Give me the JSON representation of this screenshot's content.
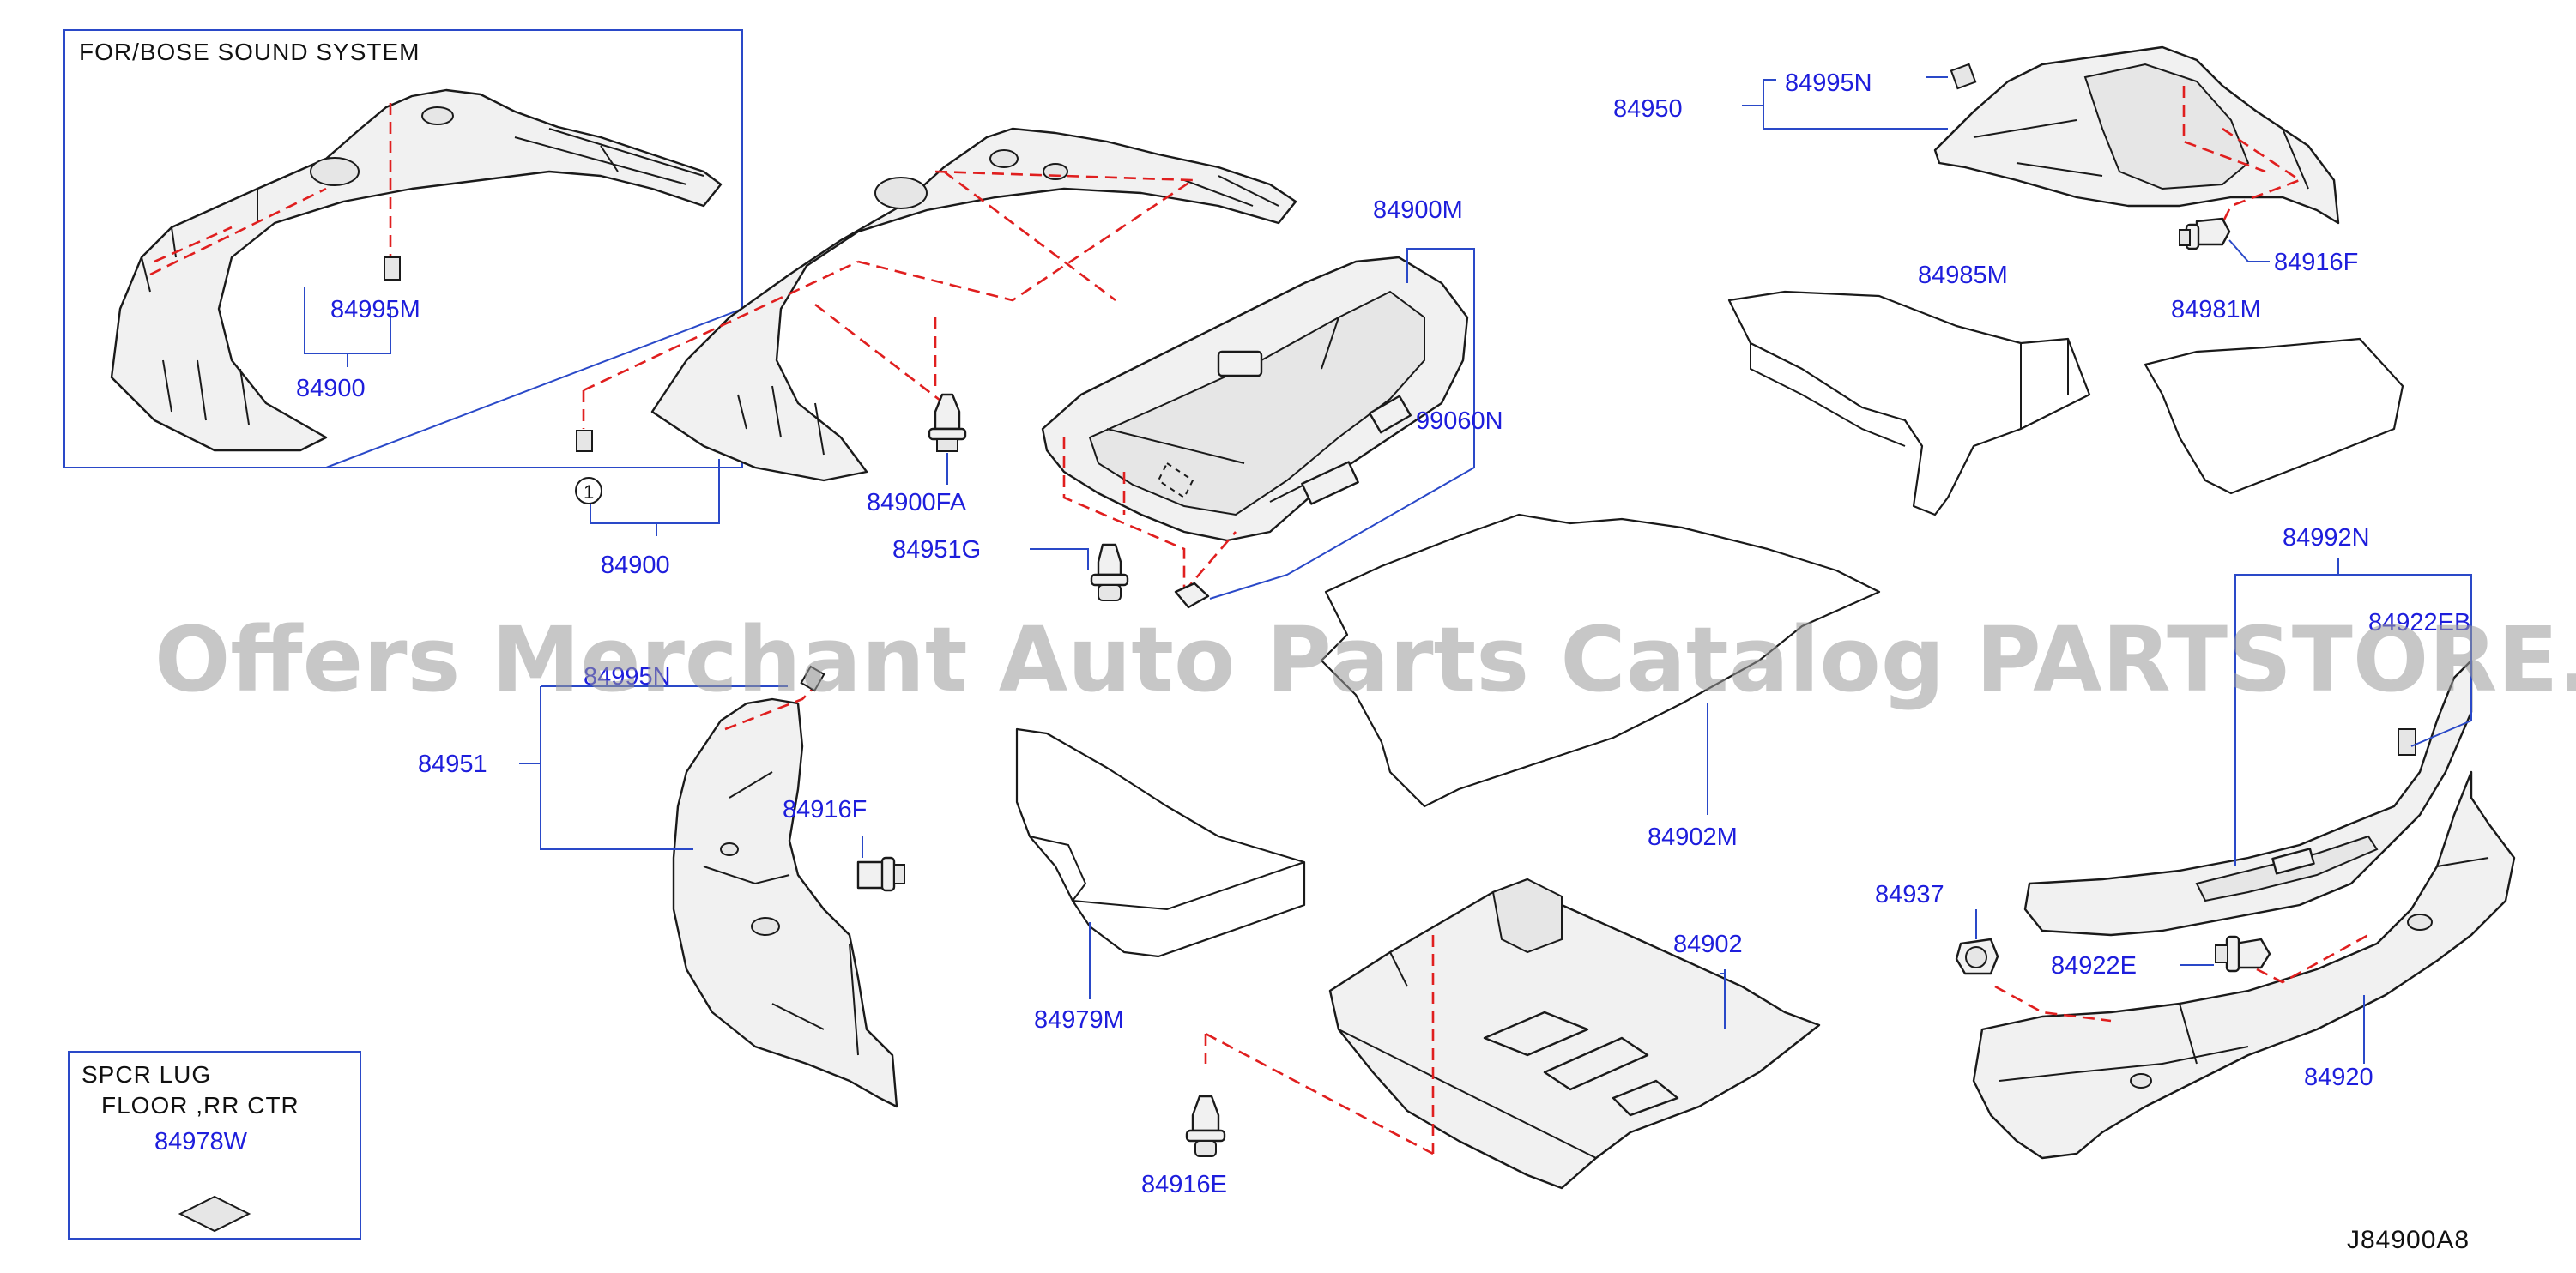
{
  "diagram_code": "J84900A8",
  "watermark": "Offers Merchant Auto Parts Catalog PARTSTORE.SA",
  "inset_bose": {
    "title": "FOR/BOSE   SOUND   SYSTEM"
  },
  "inset_spcr": {
    "line1": "SPCR   LUG",
    "line2": "FLOOR   ,RR   CTR",
    "part": "84978W"
  },
  "callout_marker": "1",
  "labels": {
    "p84995M": "84995M",
    "p84900_bose": "84900",
    "p84900": "84900",
    "p84900FA": "84900FA",
    "p84900M": "84900M",
    "p99060N": "99060N",
    "p84951G": "84951G",
    "p84950": "84950",
    "p84995N_top": "84995N",
    "p84916F_top": "84916F",
    "p84985M": "84985M",
    "p84981M": "84981M",
    "p84992N": "84992N",
    "p84922EB": "84922EB",
    "p84951": "84951",
    "p84995N_left": "84995N",
    "p84916F_left": "84916F",
    "p84902M": "84902M",
    "p84979M": "84979M",
    "p84902": "84902",
    "p84916E": "84916E",
    "p84937": "84937",
    "p84922E": "84922E",
    "p84920": "84920"
  },
  "colors": {
    "label": "#1e1edc",
    "leader": "#2a49c8",
    "dashed_guide": "#e01f1f",
    "outline": "#1a1a1a"
  }
}
